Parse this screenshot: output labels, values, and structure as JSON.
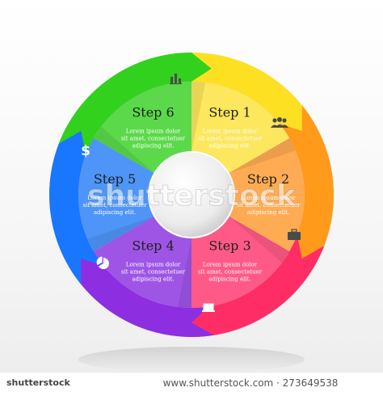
{
  "steps": [
    {
      "id": "1",
      "title": "Step 1",
      "body": [
        "Lorem ipsum dolor",
        "sit amet, consectetuer",
        "adipiscing elit."
      ],
      "icon": "people-icon",
      "outer": "#fde022",
      "inner": "#fce75e"
    },
    {
      "id": "2",
      "title": "Step 2",
      "body": [
        "Lorem ipsum dolor",
        "sit amet, consectetuer",
        "adipiscing elit."
      ],
      "icon": "briefcase-icon",
      "outer": "#ff9a1a",
      "inner": "#ffab53"
    },
    {
      "id": "3",
      "title": "Step 3",
      "body": [
        "Lorem ipsum dolor",
        "sit amet, consectetuer",
        "adipiscing elit."
      ],
      "icon": "laptop-icon",
      "outer": "#ff2d66",
      "inner": "#ff5a87"
    },
    {
      "id": "4",
      "title": "Step 4",
      "body": [
        "Lorem ipsum dolor",
        "sit amet, consectetuer",
        "adipiscing elit."
      ],
      "icon": "pie-chart-icon",
      "outer": "#8d2fe0",
      "inner": "#9e55e6"
    },
    {
      "id": "5",
      "title": "Step 5",
      "body": [
        "Lorem ipsum dolor",
        "sit amet, consectetuer",
        "adipiscing elit."
      ],
      "icon": "dollar-icon",
      "outer": "#1976ff",
      "inner": "#4e95f7"
    },
    {
      "id": "6",
      "title": "Step 6",
      "body": [
        "Lorem ipsum dolor",
        "sit amet, consectetuer",
        "adipiscing elit."
      ],
      "icon": "bar-chart-icon",
      "outer": "#32d11e",
      "inner": "#5bd94a"
    }
  ],
  "watermark": "shutterstock",
  "footer": {
    "brand": "shutterstock",
    "image_id": "www.shutterstock.com · 273649538"
  }
}
